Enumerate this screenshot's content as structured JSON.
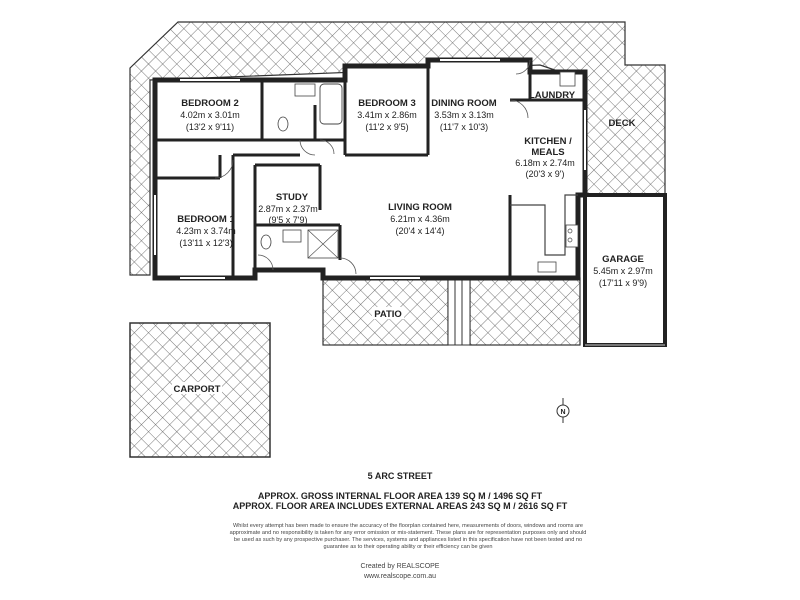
{
  "rooms": {
    "bedroom2": {
      "name": "BEDROOM 2",
      "metric": "4.02m x 3.01m",
      "imperial": "(13'2 x 9'11)"
    },
    "bedroom3": {
      "name": "BEDROOM 3",
      "metric": "3.41m x 2.86m",
      "imperial": "(11'2 x 9'5)"
    },
    "dining": {
      "name": "DINING ROOM",
      "metric": "3.53m x 3.13m",
      "imperial": "(11'7 x 10'3)"
    },
    "laundry": {
      "name": "LAUNDRY"
    },
    "deck": {
      "name": "DECK"
    },
    "kitchen": {
      "name1": "KITCHEN /",
      "name2": "MEALS",
      "metric": "6.18m x 2.74m",
      "imperial": "(20'3 x 9')"
    },
    "bedroom1": {
      "name": "BEDROOM 1",
      "metric": "4.23m x 3.74m",
      "imperial": "(13'11 x 12'3)"
    },
    "study": {
      "name": "STUDY",
      "metric": "2.87m x 2.37m",
      "imperial": "(9'5 x 7'9)"
    },
    "living": {
      "name": "LIVING ROOM",
      "metric": "6.21m x 4.36m",
      "imperial": "(20'4 x 14'4)"
    },
    "garage": {
      "name": "GARAGE",
      "metric": "5.45m x 2.97m",
      "imperial": "(17'11 x 9'9)"
    },
    "patio": {
      "name": "PATIO"
    },
    "carport": {
      "name": "CARPORT"
    }
  },
  "compass": {
    "label": "N"
  },
  "footer": {
    "address": "5 ARC STREET",
    "gross_area": "APPROX. GROSS INTERNAL FLOOR AREA 139 SQ M / 1496 SQ FT",
    "total_area": "APPROX. FLOOR AREA INCLUDES EXTERNAL AREAS 243 SQ M / 2616 SQ FT",
    "disclaimer": "Whilst every attempt has been made to ensure the accuracy of the floorplan contained here, measurements of doors, windows and rooms are approximate and no responsibility is taken for any error omission or mis-statement. These plans are for representation purposes only and should be used as such by any prospective purchaser. The services, systems and appliances listed in this specification have not been tested and no guarantee as to their operating ability or their efficiency can be given",
    "created_by": "Created by REALSCOPE",
    "website": "www.realscope.com.au"
  }
}
